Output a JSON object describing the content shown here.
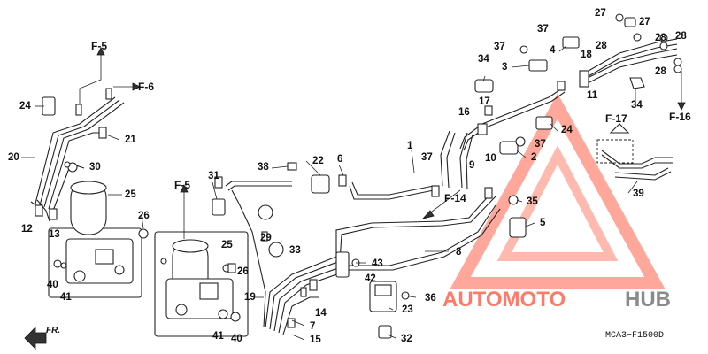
{
  "diagram": {
    "reference_labels": [
      "F-5",
      "F-6",
      "F-5",
      "F-14",
      "F-17",
      "F-16"
    ],
    "part_numbers": [
      "1",
      "2",
      "3",
      "4",
      "5",
      "6",
      "7",
      "8",
      "9",
      "10",
      "11",
      "12",
      "13",
      "14",
      "15",
      "16",
      "17",
      "18",
      "19",
      "20",
      "21",
      "22",
      "23",
      "24",
      "24",
      "25",
      "25",
      "26",
      "26",
      "27",
      "27",
      "28",
      "28",
      "28",
      "28",
      "29",
      "30",
      "31",
      "32",
      "33",
      "34",
      "34",
      "35",
      "36",
      "37",
      "37",
      "37",
      "37",
      "38",
      "39",
      "40",
      "40",
      "41",
      "41",
      "42",
      "43"
    ],
    "front_label": "FR.",
    "diagram_code": "MCA3−F1500D"
  },
  "watermark": {
    "text_left": "AUTOMOTO",
    "text_right": "HUB",
    "colors": {
      "accent": "#ff6b5a",
      "grey": "#8a8a8a"
    },
    "logo": "warning-triangle"
  }
}
